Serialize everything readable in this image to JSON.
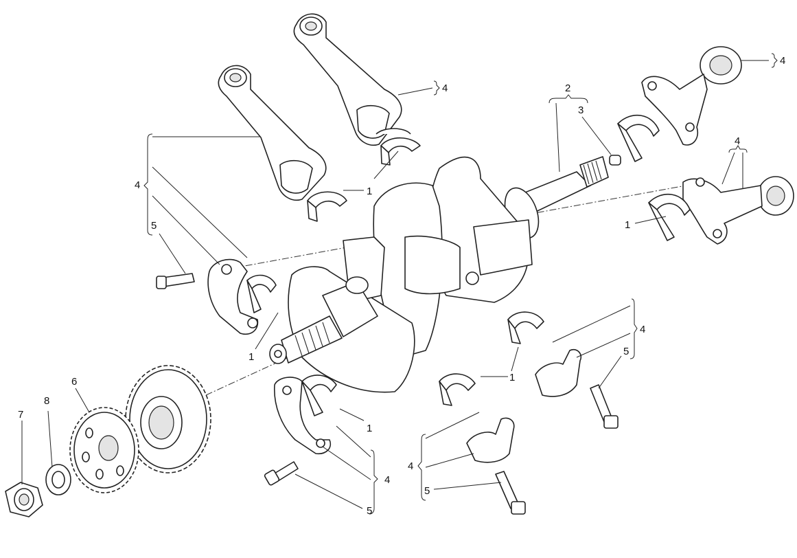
{
  "labels": {
    "bearing_shell": "1",
    "crankshaft": "2",
    "plug": "3",
    "connecting_rod": "4",
    "bolt": "5",
    "gear": "6",
    "washer": "8",
    "nut": "7"
  }
}
